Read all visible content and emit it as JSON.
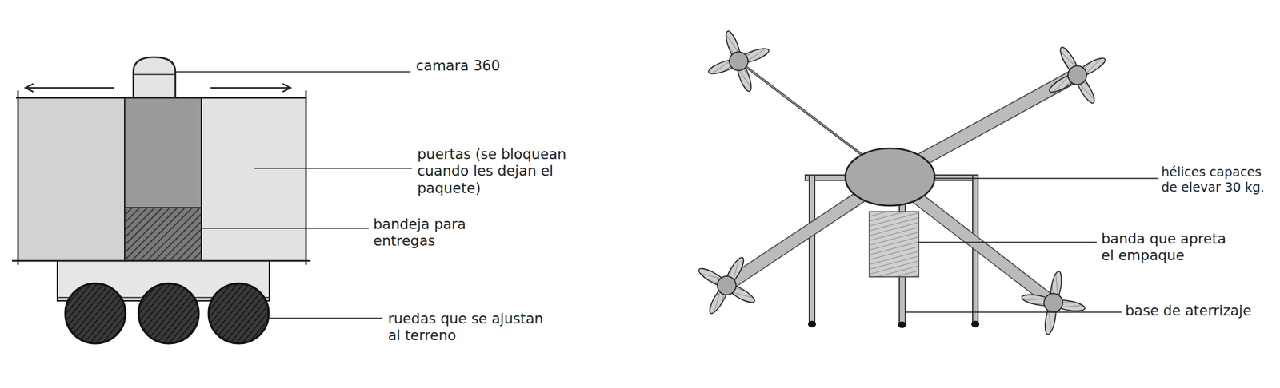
{
  "diagram": {
    "labels": [
      "camara 360",
      "puertas (se bloquean cuando les dejan el paquete)",
      "bandeja para entregas",
      "ruedas que se ajustan al terreno",
      "hélices capaces de elevar 30 kg.",
      "banda que apreta el empaque",
      "base de aterrizaje"
    ]
  }
}
